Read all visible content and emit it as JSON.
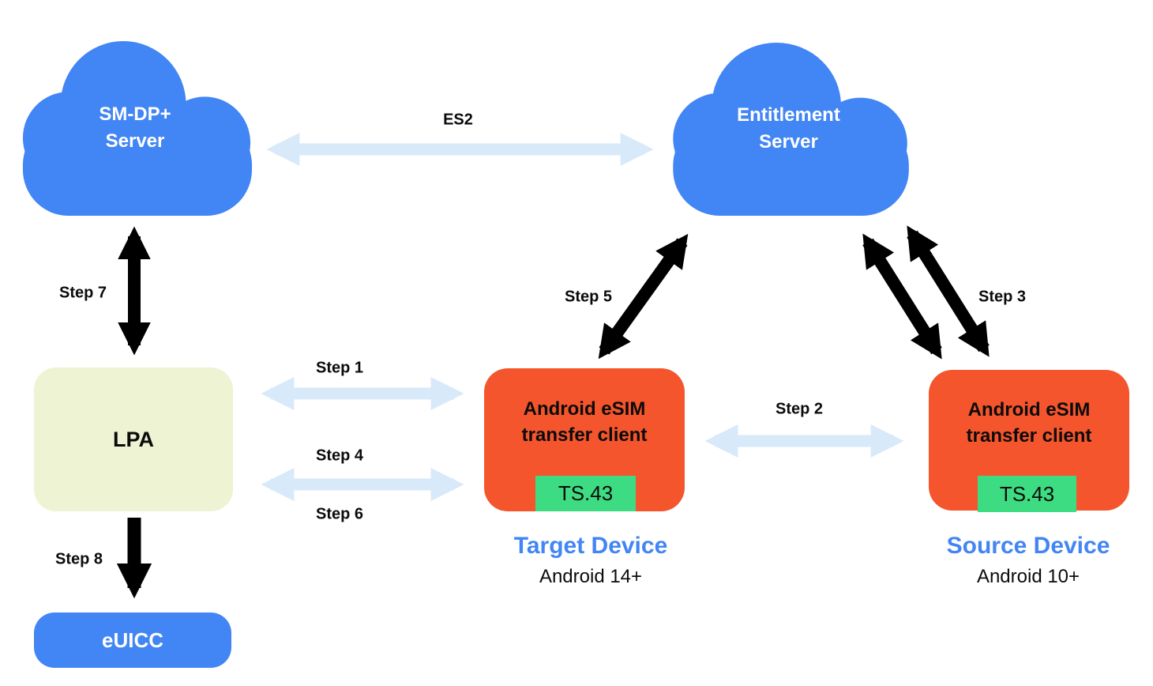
{
  "nodes": {
    "sm_dp_server": {
      "label": "SM-DP+\nServer"
    },
    "entitlement_server": {
      "label": "Entitlement\nServer"
    },
    "lpa": {
      "label": "LPA"
    },
    "euicc": {
      "label": "eUICC"
    },
    "target": {
      "client_label": "Android eSIM\ntransfer client",
      "badge": "TS.43",
      "device_name": "Target Device",
      "device_os": "Android 14+"
    },
    "source": {
      "client_label": "Android eSIM\ntransfer client",
      "badge": "TS.43",
      "device_name": "Source Device",
      "device_os": "Android 10+"
    }
  },
  "connections": {
    "es2": "ES2",
    "step1": "Step 1",
    "step2": "Step 2",
    "step3": "Step 3",
    "step4": "Step 4",
    "step5": "Step 5",
    "step6": "Step 6",
    "step7": "Step 7",
    "step8": "Step 8"
  },
  "colors": {
    "server_blue": "#4285F4",
    "device_orange": "#F4552C",
    "ts43_green": "#3EDC82",
    "lpa_yellow_green": "#EDF3D3",
    "link_light_blue": "#D8E9FA",
    "link_black": "#000000",
    "device_label_blue": "#4285F4"
  }
}
